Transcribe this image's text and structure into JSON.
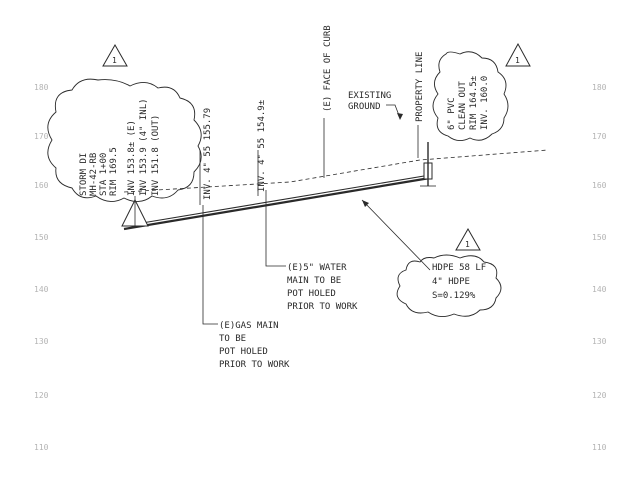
{
  "elevation_ticks": {
    "left": [
      "180",
      "170",
      "160",
      "150",
      "140",
      "130",
      "120",
      "110"
    ],
    "right": [
      "180",
      "170",
      "160",
      "150",
      "140",
      "130",
      "120",
      "110"
    ]
  },
  "revision_marker": "1",
  "callouts": {
    "face_of_curb": "(E) FACE OF CURB",
    "existing_ground": [
      "EXISTING",
      "GROUND"
    ],
    "property_line": "PROPERTY LINE"
  },
  "left_cloud": {
    "storm": [
      "STORM DI",
      "MH-42-RB",
      "STA 1+00",
      "RIM 169.5"
    ],
    "inverts": [
      "INV 153.8± (E)",
      "INV 153.9 (4\" INL)",
      "INV 151.8 (OUT)"
    ]
  },
  "inv_labels": {
    "gas": "INV. 4\" 55 155.79",
    "water": "INV. 4\" 55 154.9±"
  },
  "right_cloud": [
    "6\" PVC",
    "CLEAN OUT",
    "RIM 164.5±",
    "INV. 160.0"
  ],
  "water_note": [
    "(E)5\" WATER",
    "MAIN TO BE",
    "POT HOLED",
    "PRIOR TO WORK"
  ],
  "gas_note": [
    "(E)GAS MAIN",
    "TO BE",
    "POT HOLED",
    "PRIOR TO WORK"
  ],
  "pipe_cloud": [
    "HDPE 58 LF",
    "4\" HDPE",
    "S=0.129%"
  ]
}
